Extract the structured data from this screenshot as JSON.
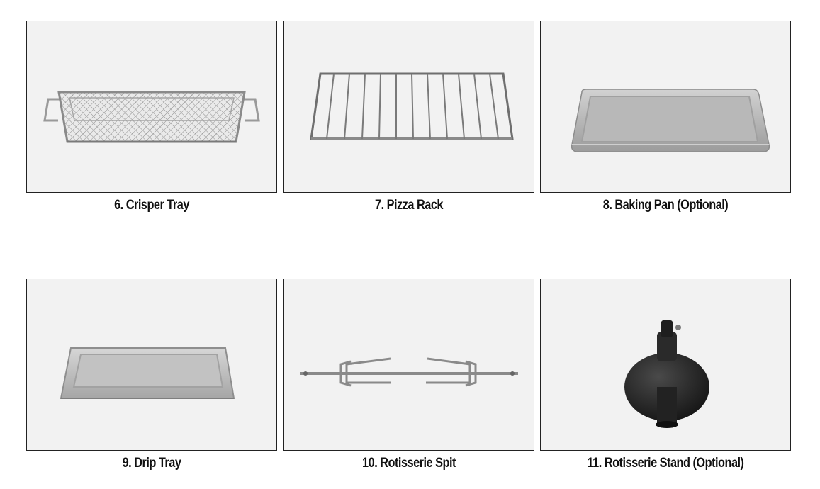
{
  "items": [
    {
      "caption": "6. Crisper Tray",
      "icon": "crisper-tray-image"
    },
    {
      "caption": "7. Pizza Rack",
      "icon": "pizza-rack-image"
    },
    {
      "caption": "8. Baking Pan (Optional)",
      "icon": "baking-pan-image"
    },
    {
      "caption": "9. Drip Tray",
      "icon": "drip-tray-image"
    },
    {
      "caption": "10. Rotisserie Spit",
      "icon": "rotisserie-spit-image"
    },
    {
      "caption": "11. Rotisserie Stand (Optional)",
      "icon": "rotisserie-stand-image"
    }
  ]
}
